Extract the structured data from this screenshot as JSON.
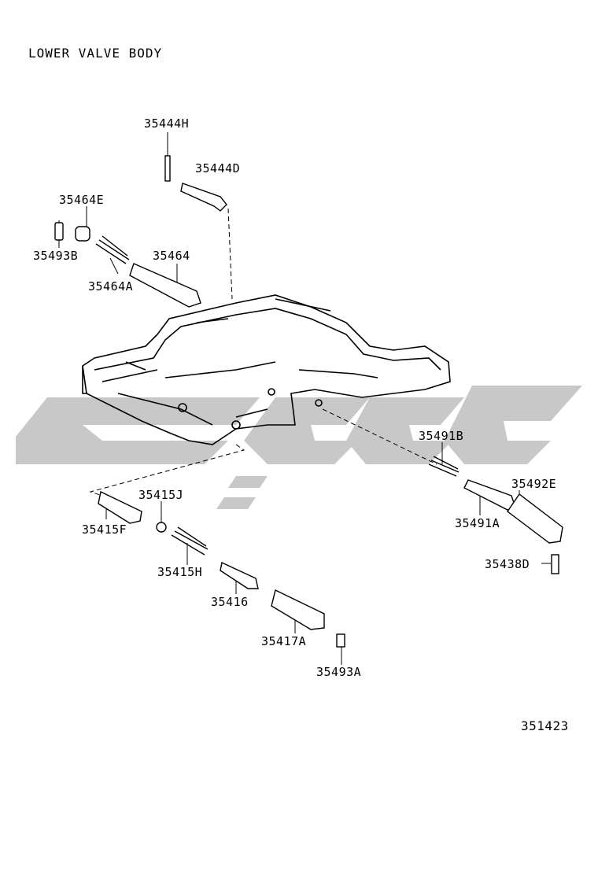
{
  "title": "LOWER VALVE BODY",
  "diagram_code": "351423",
  "parts": [
    "35444H",
    "35444D",
    "35464E",
    "35493B",
    "35464",
    "35464A",
    "35491B",
    "35492E",
    "35491A",
    "35438D",
    "35415J",
    "35415F",
    "35415H",
    "35416",
    "35417A",
    "35493A"
  ]
}
